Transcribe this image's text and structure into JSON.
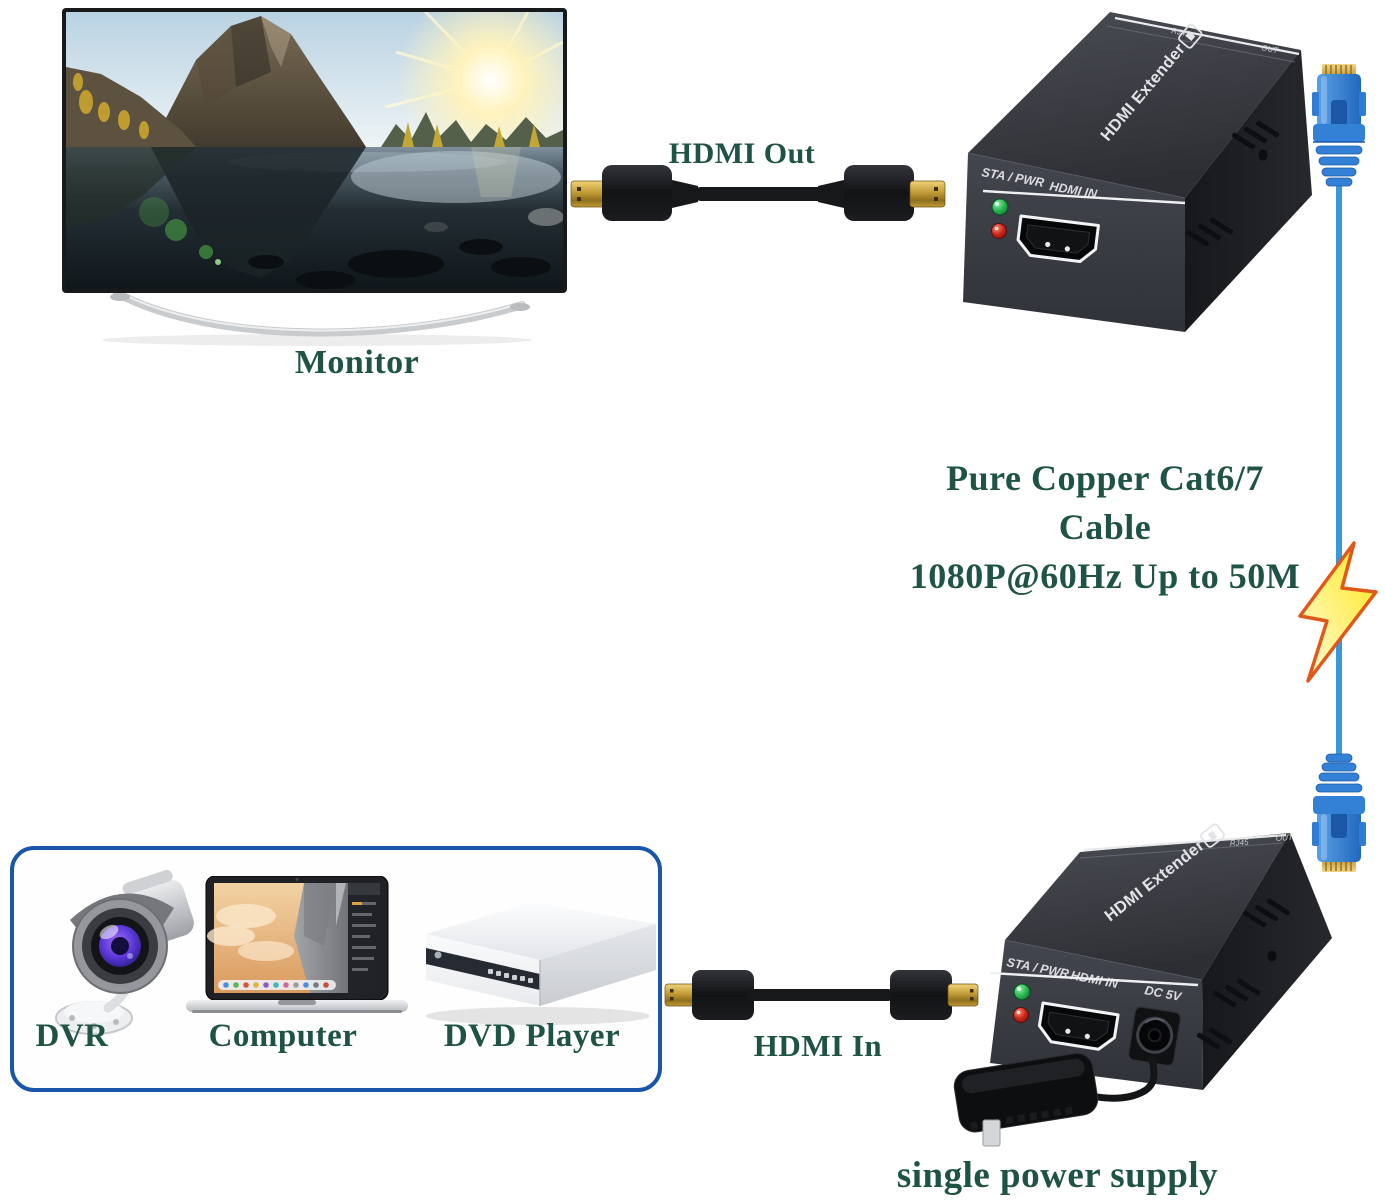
{
  "monitor": {
    "label": "Monitor"
  },
  "hdmi_out": {
    "label": "HDMI Out"
  },
  "hdmi_in": {
    "label": "HDMI In"
  },
  "cat_cable": {
    "line1": "Pure Copper Cat6/7 Cable",
    "line2": "1080P@60Hz Up to 50M"
  },
  "extender_top": {
    "name": "HDMI Extender",
    "status_label": "STA / PWR",
    "port_label": "HDMI IN",
    "back_label_1": "RJ45",
    "back_label_2": "OUT"
  },
  "extender_bottom": {
    "name": "HDMI Extender",
    "status_label": "STA / PWR",
    "port_label": "HDMI IN",
    "dc_label": "DC 5V",
    "back_label_1": "RJ45",
    "back_label_2": "OUT"
  },
  "sources": {
    "items": [
      {
        "label": "DVR"
      },
      {
        "label": "Computer"
      },
      {
        "label": "DVD Player"
      }
    ]
  },
  "power": {
    "label": "single power supply"
  },
  "colors": {
    "label_green": "#1e5345",
    "source_box_border": "#1955a8",
    "cable_blue": "#3a96dd",
    "led_green": "#2db553",
    "led_red": "#c8281c",
    "gold": "#c8a13c"
  }
}
